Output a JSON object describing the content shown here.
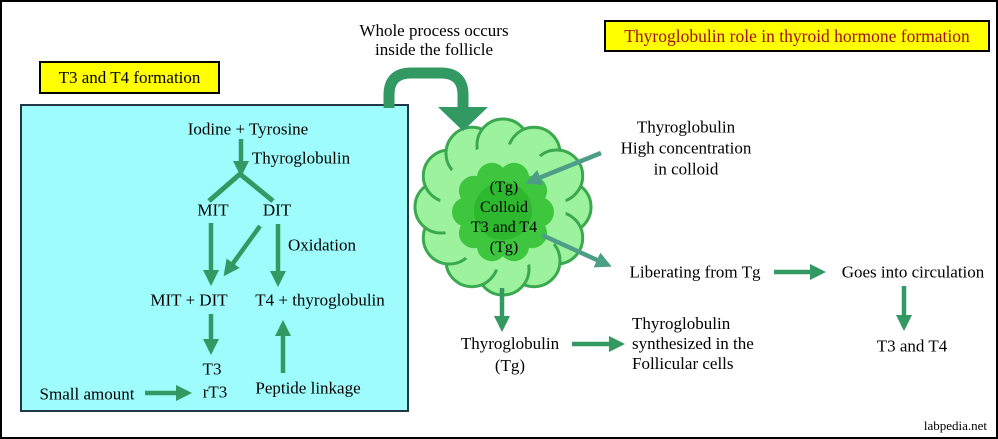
{
  "header": {
    "process_note_line1": "Whole process occurs",
    "process_note_line2": "inside the follicle",
    "title": "Thyroglobulin role in thyroid hormone formation"
  },
  "formation_panel": {
    "label": "T3 and T4 formation",
    "iodine_tyrosine": "Iodine + Tyrosine",
    "thyroglobulin": "Thyroglobulin",
    "mit": "MIT",
    "dit": "DIT",
    "oxidation": "Oxidation",
    "mit_dit": "MIT + DIT",
    "t4_thyroglobulin": "T4 + thyroglobulin",
    "t3": "T3",
    "rt3": "rT3",
    "small_amount": "Small amount",
    "peptide_linkage": "Peptide linkage"
  },
  "follicle": {
    "tg_top": "(Tg)",
    "colloid": "Colloid",
    "t3_t4": "T3 and T4",
    "tg_bottom": "(Tg)"
  },
  "right_side": {
    "high_conc_line1": "Thyroglobulin",
    "high_conc_line2": "High concentration",
    "high_conc_line3": "in colloid",
    "liberating": "Liberating from Tg",
    "circulation": "Goes into circulation",
    "t3_t4_result": "T3 and T4",
    "tg_label_line1": "Thyroglobulin",
    "tg_label_line2": "(Tg)",
    "synth_line1": "Thyroglobulin",
    "synth_line2": "synthesized in the",
    "synth_line3": "Follicular cells"
  },
  "footer": {
    "watermark": "labpedia.net"
  },
  "colors": {
    "arrow_green": "#339963",
    "arrow_teal": "#4d9e86",
    "panel_cyan": "#9ffcfc",
    "panel_border": "#223746",
    "highlight_yellow": "#ffff00",
    "title_red": "#a01010",
    "follicle_outer_fill": "#9df29d",
    "follicle_outer_border": "#3aa84e",
    "follicle_inner_jag": "#3fc63f",
    "follicle_inner_fill": "#2db82d"
  }
}
